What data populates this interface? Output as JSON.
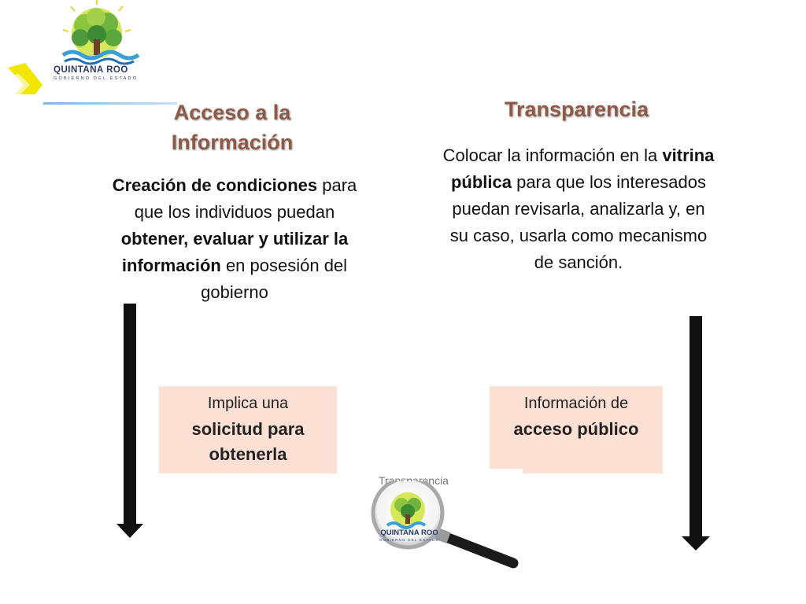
{
  "logo": {
    "name": "QUINTANA ROO",
    "subtitle": "GOBIERNO DEL ESTADO"
  },
  "left": {
    "heading": "Acceso a la Información",
    "text_bold_1": "Creación de condiciones",
    "text_1": " para que los individuos puedan ",
    "text_bold_2": "obtener, evaluar y utilizar la información",
    "text_2": " en posesión del gobierno",
    "note_line_1": "Implica una",
    "note_bold": "solicitud para obtenerla"
  },
  "right": {
    "heading": "Transparencia",
    "text_1": "Colocar la información en la ",
    "text_bold": "vitrina pública",
    "text_2": " para que los interesados puedan revisarla, analizarla y, en su caso, usarla como mecanismo de sanción.",
    "note_line_1": "Información de",
    "note_bold": "acceso público"
  },
  "magnifier": {
    "label": "Transparencia",
    "logo_name": "QUINTANA ROO",
    "logo_subtitle": "GOBIERNO DEL ESTADO"
  },
  "colors": {
    "heading": "#8c5a46",
    "note_bg": "#fde0d4",
    "accent_yellow": "#f2e600",
    "arrow": "#111111"
  }
}
